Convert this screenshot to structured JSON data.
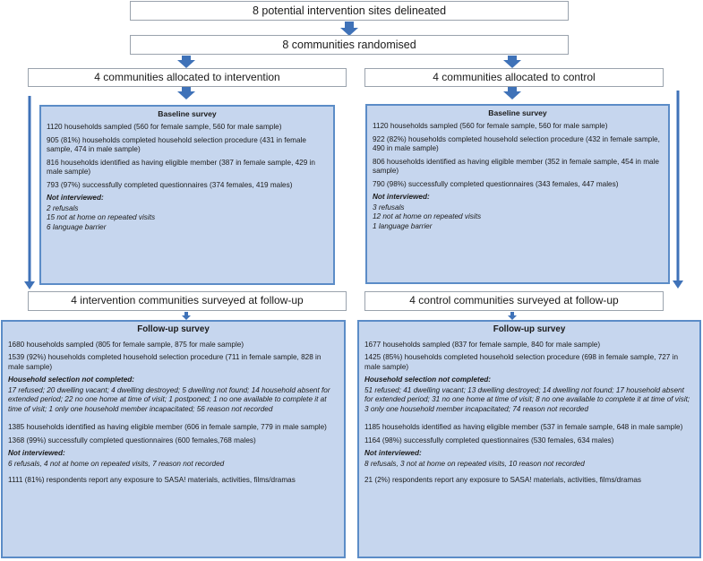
{
  "top": {
    "sites": "8 potential intervention sites delineated",
    "randomised": "8 communities randomised"
  },
  "intervention": {
    "allocated": "4 communities allocated to intervention",
    "baseline": {
      "title": "Baseline survey",
      "sampled": "1120 households sampled (560 for female sample, 560 for male sample)",
      "selection": "905 (81%) households completed household selection procedure (431 in female sample, 474 in male sample)",
      "eligible": "816 households identified as having eligible member (387 in female sample, 429 in male sample)",
      "completed": "793 (97%) successfully completed questionnaires (374 females, 419 males)",
      "not_interviewed_title": "Not interviewed:",
      "not_interviewed": [
        "2 refusals",
        "15 not at home on repeated visits",
        "6 language barrier"
      ]
    },
    "followup_label": "4 intervention communities surveyed at follow-up",
    "followup": {
      "title": "Follow-up survey",
      "sampled": "1680 households sampled (805 for female sample, 875 for male sample)",
      "selection": "1539 (92%) households completed household selection procedure (711 in female sample, 828 in male sample)",
      "hh_not_completed_title": "Household selection not completed:",
      "hh_not_completed": "17 refused; 20 dwelling vacant; 4 dwelling destroyed; 5 dwelling not found; 14 household absent for extended period; 22 no one home at time of visit; 1 postponed; 1 no one available to complete it at time of visit; 1 only one household member incapacitated; 56 reason not recorded",
      "eligible": "1385 households identified as having eligible member (606 in female sample, 779 in male sample)",
      "completed": "1368 (99%) successfully completed questionnaires (600 females,768 males)",
      "not_interviewed_title": "Not interviewed:",
      "not_interviewed": "6 refusals, 4 not at home on repeated visits, 7 reason not recorded",
      "exposure": "1111 (81%) respondents report any exposure to SASA! materials, activities, films/dramas"
    }
  },
  "control": {
    "allocated": "4 communities allocated to control",
    "baseline": {
      "title": "Baseline survey",
      "sampled": "1120 households sampled (560 for female sample, 560 for male sample)",
      "selection": "922 (82%) households completed household selection procedure (432 in female sample, 490 in male sample)",
      "eligible": "806 households identified as having eligible member (352 in female sample, 454 in male sample)",
      "completed": "790 (98%) successfully completed questionnaires (343 females, 447 males)",
      "not_interviewed_title": "Not interviewed:",
      "not_interviewed": [
        "3 refusals",
        "12 not at home on repeated visits",
        "1 language barrier"
      ]
    },
    "followup_label": "4 control communities surveyed at follow-up",
    "followup": {
      "title": "Follow-up survey",
      "sampled": "1677 households sampled (837 for female sample, 840 for male sample)",
      "selection": "1425 (85%) households completed household selection procedure (698 in female sample, 727 in male sample)",
      "hh_not_completed_title": "Household selection not completed:",
      "hh_not_completed": "51 refused; 41 dwelling vacant; 13 dwelling destroyed; 14 dwelling not found; 17 household absent for extended period; 31 no one home at time of visit; 8 no one available to complete it at time of visit; 3 only one household member incapacitated; 74 reason not recorded",
      "eligible": "1185 households identified as having eligible member (537 in female sample, 648 in male sample)",
      "completed": "1164 (98%) successfully completed questionnaires (530 females, 634 males)",
      "not_interviewed_title": "Not interviewed:",
      "not_interviewed": "8 refusals, 3 not at home on repeated visits, 10 reason not recorded",
      "exposure": "21 (2%) respondents report any exposure to SASA! materials, activities, films/dramas"
    }
  },
  "colors": {
    "panel_fill": "#c6d6ee",
    "panel_border": "#5b8cc7",
    "arrow": "#3f72b8"
  }
}
